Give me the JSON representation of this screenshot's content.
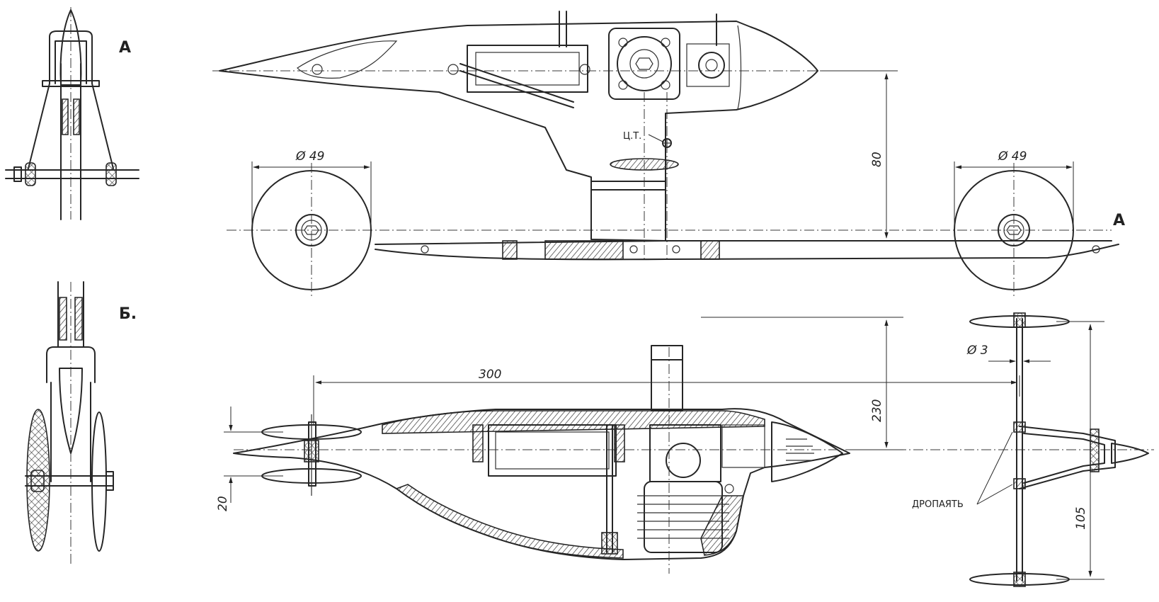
{
  "views": {
    "a": "А",
    "b": "Б.",
    "side_view_a": "А"
  },
  "dimensions": {
    "wheel_dia_left": "Ø 49",
    "wheel_dia_right": "Ø 49",
    "height_80": "80",
    "length_300": "300",
    "height_230": "230",
    "axle_dia": "Ø 3",
    "offset_20": "20",
    "track_105": "105"
  },
  "labels": {
    "center_of_gravity": "Ц.Т.",
    "solder_note": "ДРОПАЯТЬ"
  }
}
